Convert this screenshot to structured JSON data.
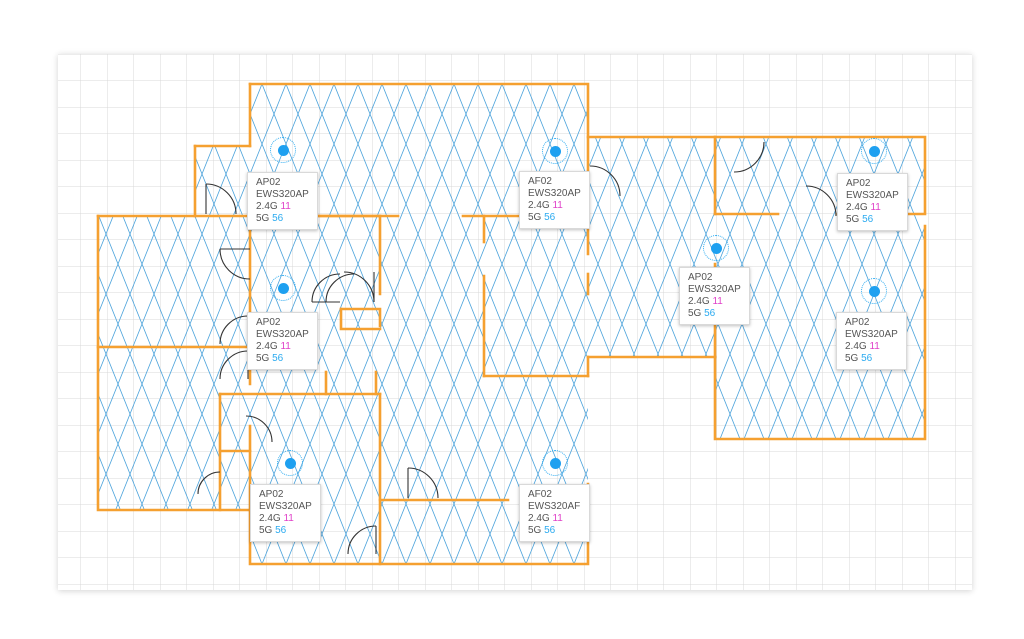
{
  "colors": {
    "wall": "#f5a030",
    "coverage": "#4ea4dc",
    "grid": "#d8d8d8",
    "door": "#333333",
    "ap_dot": "#1ea0f0",
    "ch24": "#e040c8",
    "ch5": "#2aaaf0"
  },
  "access_points": [
    {
      "name": "AP02",
      "model": "EWS320AP",
      "band24_label": "2.4G",
      "band24_channel": "11",
      "band5_label": "5G",
      "band5_channel": "56"
    },
    {
      "name": "AF02",
      "model": "EWS320AP",
      "band24_label": "2.4G",
      "band24_channel": "11",
      "band5_label": "5G",
      "band5_channel": "56"
    },
    {
      "name": "AP02",
      "model": "EWS320AP",
      "band24_label": "2.4G",
      "band24_channel": "11",
      "band5_label": "5G",
      "band5_channel": "56"
    },
    {
      "name": "AP02",
      "model": "EWS320AP",
      "band24_label": "2.4G",
      "band24_channel": "11",
      "band5_label": "5G",
      "band5_channel": "56"
    },
    {
      "name": "AP02",
      "model": "EWS320AP",
      "band24_label": "2.4G",
      "band24_channel": "11",
      "band5_label": "5G",
      "band5_channel": "56"
    },
    {
      "name": "AP02",
      "model": "EWS320AP",
      "band24_label": "2.4G",
      "band24_channel": "11",
      "band5_label": "5G",
      "band5_channel": "56"
    },
    {
      "name": "AP02",
      "model": "EWS320AP",
      "band24_label": "2.4G",
      "band24_channel": "11",
      "band5_label": "5G",
      "band5_channel": "56"
    },
    {
      "name": "AF02",
      "model": "EWS320AF",
      "band24_label": "2.4G",
      "band24_channel": "11",
      "band5_label": "5G",
      "band5_channel": "56"
    }
  ]
}
